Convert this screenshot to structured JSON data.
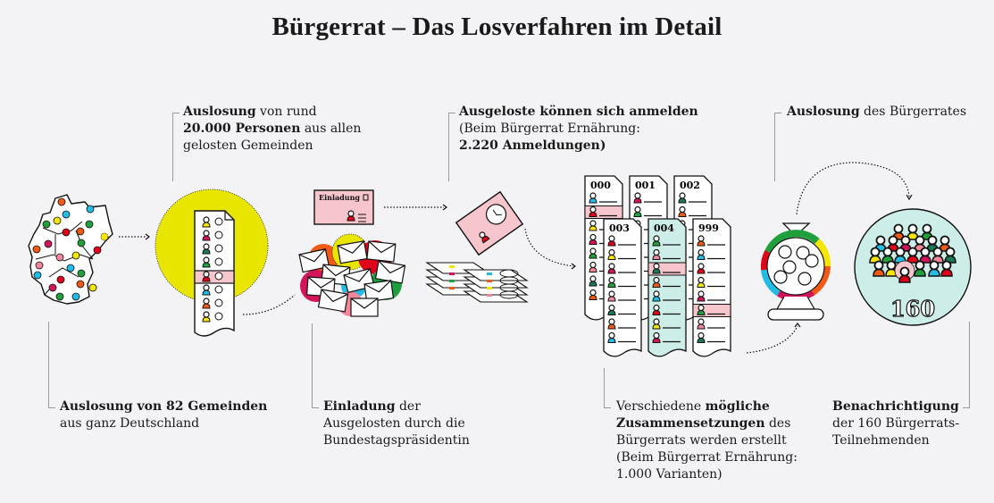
{
  "title": "Bürgerrat – Das Losverfahren im Detail",
  "colors": {
    "background": "#f3f3f5",
    "yellow": "#e8e600",
    "pink": "#f7c6cc",
    "teal": "#cdeee8",
    "red": "#e0001a",
    "magenta": "#d4145a",
    "orange": "#f05a14",
    "green": "#1fa03c",
    "cyan": "#22bde6",
    "lightyellow": "#f5e500"
  },
  "steps": [
    {
      "id": "municipalities",
      "caption_bold": "Auslosung von 82 Gemeinden",
      "caption_rest": "aus ganz Deutschland",
      "icon": "germany-map-icon"
    },
    {
      "id": "persons",
      "caption_line1_bold": "Auslosung",
      "caption_line1_rest": " von rund",
      "caption_line2_bold": "20.000 Personen",
      "caption_line2_rest": " aus allen",
      "caption_line3": "gelosten Gemeinden",
      "icon": "selection-list-icon"
    },
    {
      "id": "invitation",
      "card_label": "Einladung",
      "caption_bold": "Einladung",
      "caption_line1_rest": " der",
      "caption_line2": "Ausgelosten durch die",
      "caption_line3": "Bundestagspräsidentin",
      "icon": "envelopes-icon"
    },
    {
      "id": "registration",
      "caption_line1_bold": "Ausgeloste können sich anmelden",
      "caption_line2": "(Beim Bürgerrat Ernährung:",
      "caption_line3_bold": "2.220 Anmeldungen)",
      "icon": "registration-forms-icon"
    },
    {
      "id": "compositions",
      "sheet_labels": [
        "000",
        "001",
        "002",
        "003",
        "004",
        "999"
      ],
      "caption_line1_rest": "Verschiedene ",
      "caption_line1_bold": "mögliche",
      "caption_line2_bold": "Zusammensetzungen",
      "caption_line2_rest": " des",
      "caption_line3": "Bürgerrats werden erstellt",
      "caption_line4": "(Beim Bürgerrat Ernährung:",
      "caption_line5": "1.000 Varianten)",
      "icon": "composition-sheets-icon"
    },
    {
      "id": "draw",
      "caption_bold": "Auslosung",
      "caption_rest": " des Bürgerrates",
      "icon": "lottery-drum-icon"
    },
    {
      "id": "notification",
      "count_label": "160",
      "caption_bold": "Benachrichtigung",
      "caption_line2": "der 160 Bürgerrats-",
      "caption_line3": "Teilnehmenden",
      "icon": "group-of-people-icon"
    }
  ]
}
